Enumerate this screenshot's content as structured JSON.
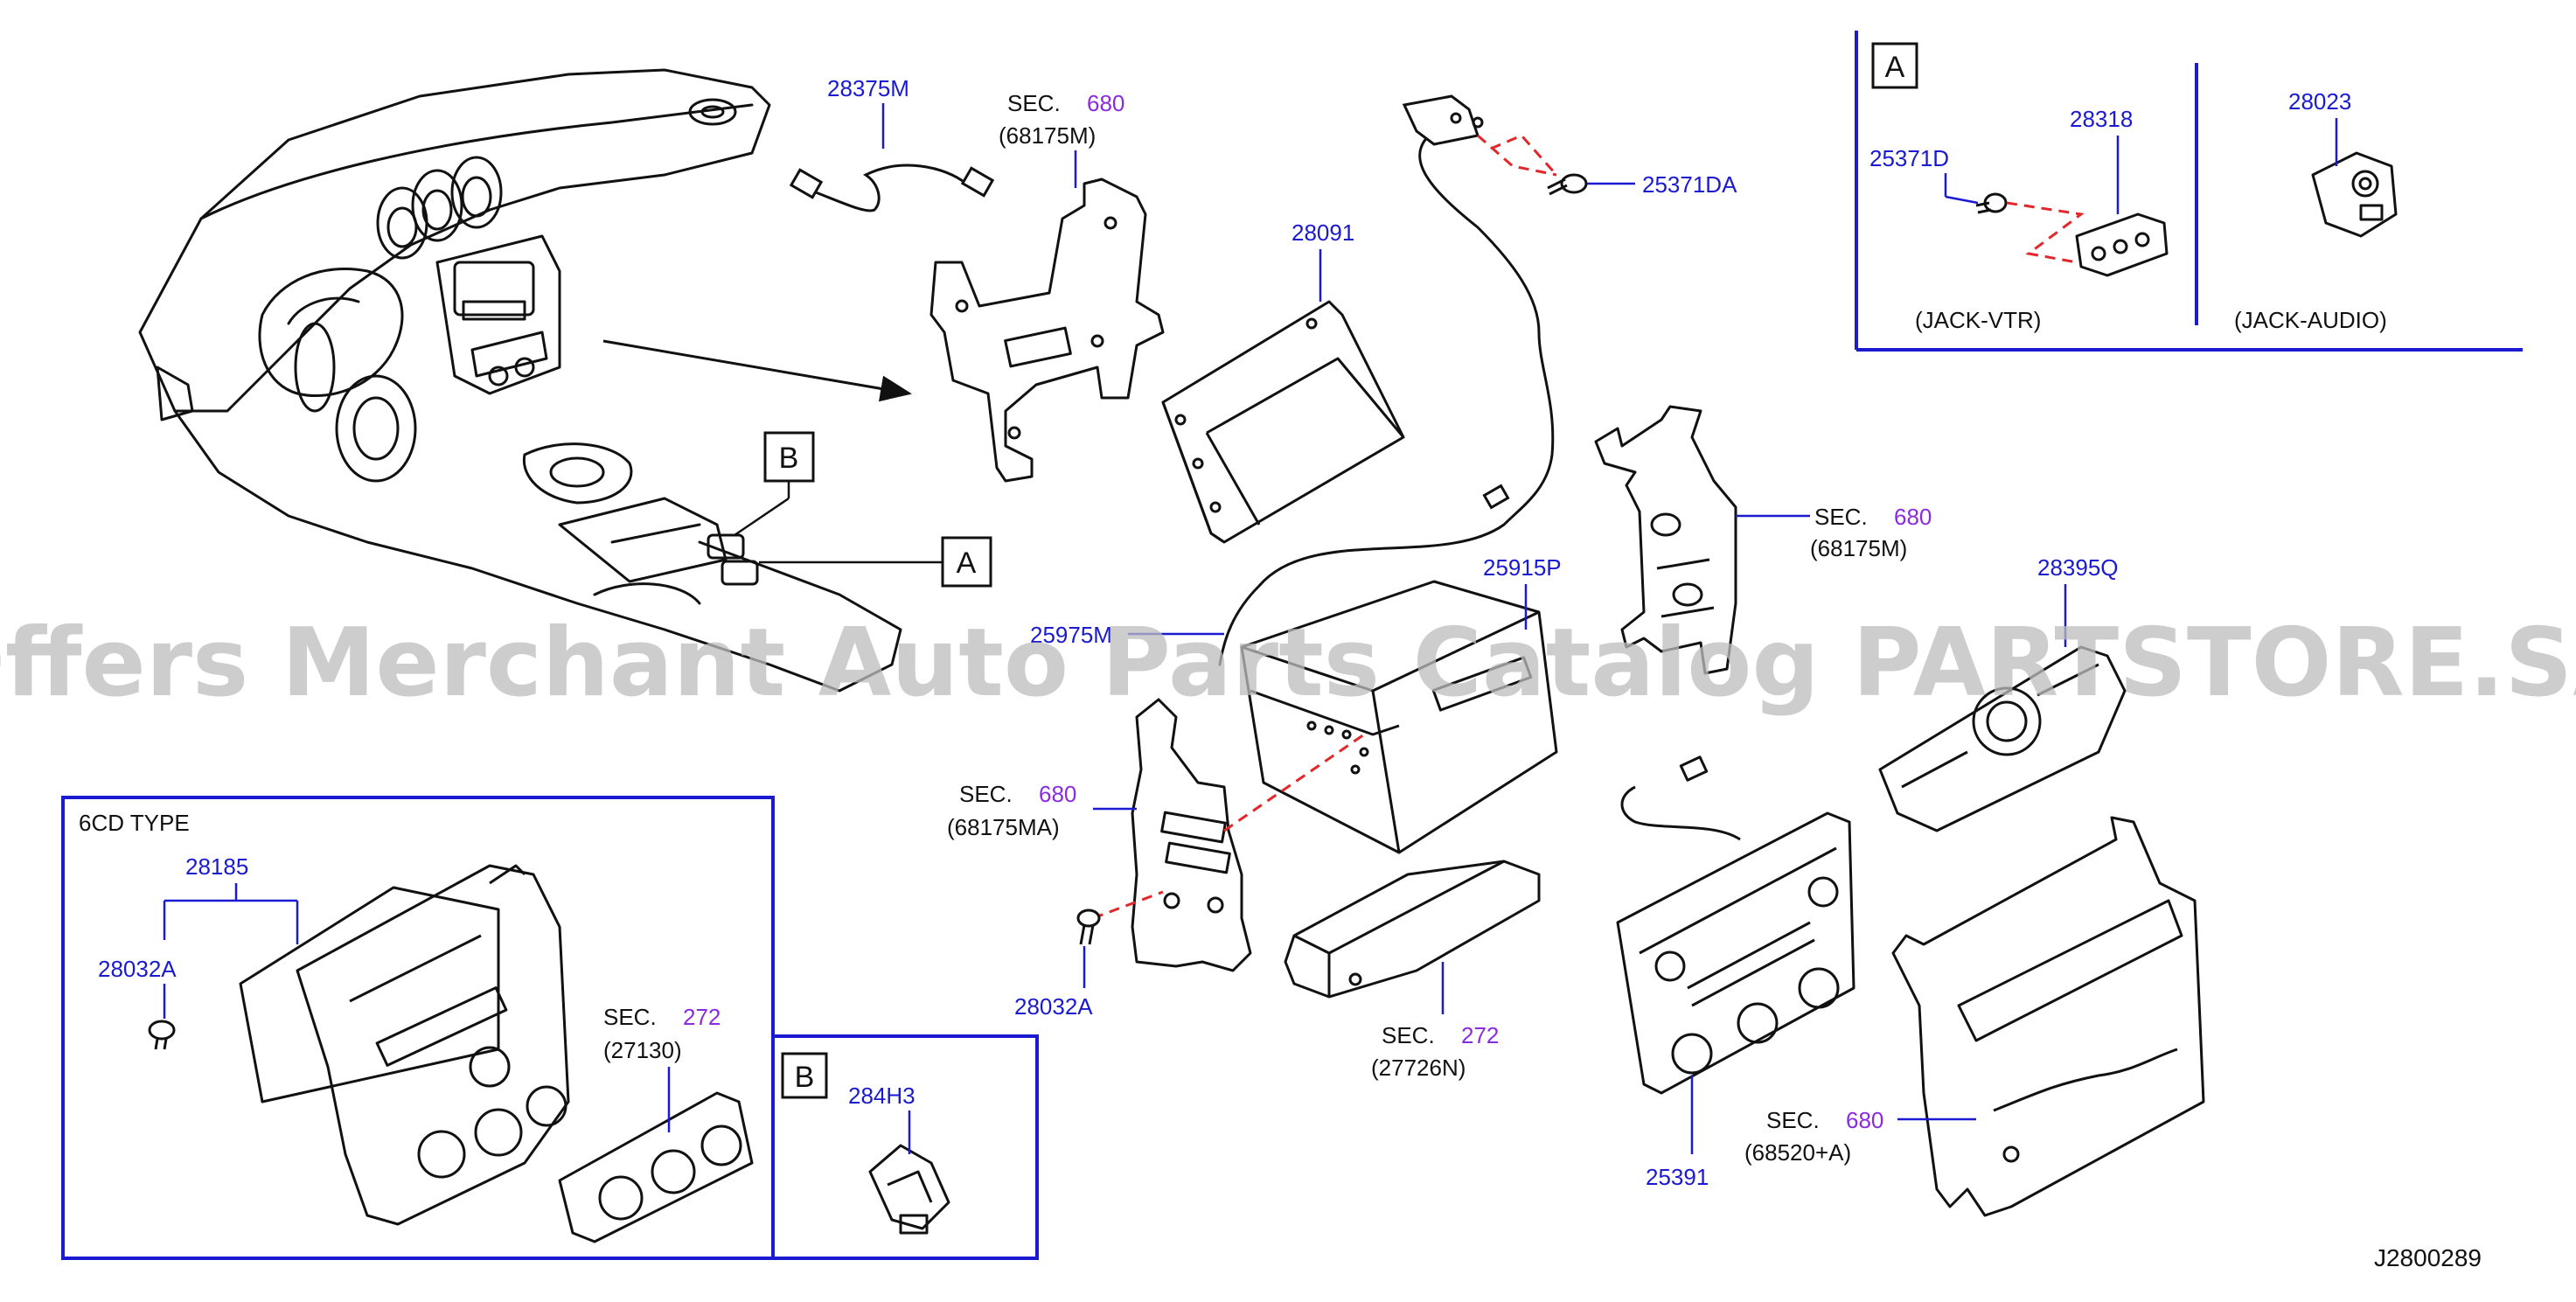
{
  "watermark": "Offers Merchant Auto Parts Catalog PARTSTORE.SA",
  "diagram_id": "J2800289",
  "colors": {
    "part_number": "#1a1ad0",
    "section_number": "#8a2be2",
    "linework": "#111111",
    "dashed_guide": "#e3262a"
  },
  "parts": {
    "p28375M": "28375M",
    "p28091": "28091",
    "p25371DA": "25371DA",
    "p25915P": "25915P",
    "p25975M": "25975M",
    "p28032A_main": "28032A",
    "p28395Q": "28395Q",
    "p25391": "25391",
    "p28185": "28185",
    "p28032A_box": "28032A",
    "p284H3": "284H3",
    "p25371D": "25371D",
    "p28318": "28318",
    "p28023": "28023"
  },
  "sections": {
    "s_top": {
      "prefix": "SEC.",
      "num": "680",
      "ref": "(68175M)"
    },
    "s_right": {
      "prefix": "SEC.",
      "num": "680",
      "ref": "(68175M)"
    },
    "s_mid": {
      "prefix": "SEC.",
      "num": "680",
      "ref": "(68175MA)"
    },
    "s_272a": {
      "prefix": "SEC.",
      "num": "272",
      "ref": "(27726N)"
    },
    "s_680b": {
      "prefix": "SEC.",
      "num": "680",
      "ref": "(68520+A)"
    },
    "s_272b": {
      "prefix": "SEC.",
      "num": "272",
      "ref": "(27130)"
    }
  },
  "boxes": {
    "type_label": "6CD   TYPE",
    "marker_a": "A",
    "marker_b": "B",
    "jack_vtr": "(JACK-VTR)",
    "jack_audio": "(JACK-AUDIO)"
  }
}
